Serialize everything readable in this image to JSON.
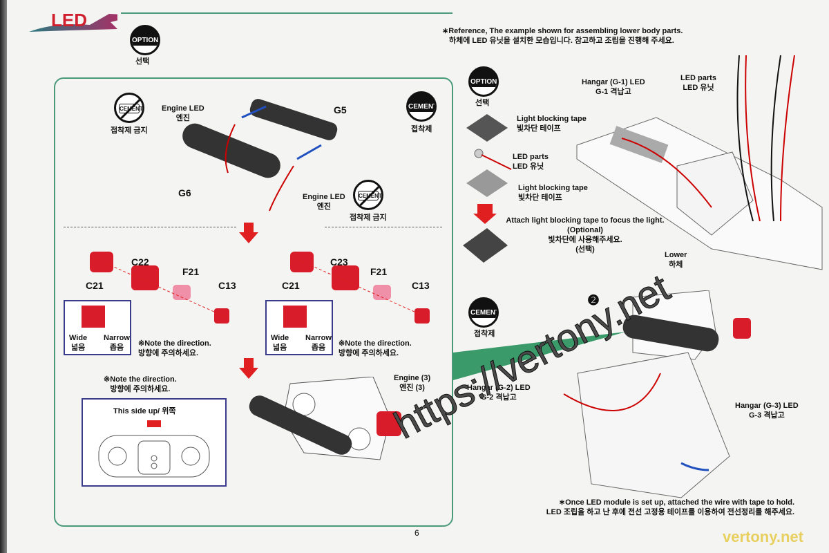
{
  "logo": "LED",
  "badges": {
    "option": "OPTION",
    "option_kr": "선택",
    "cement": "CEMENT",
    "cement_kr": "접착제",
    "no_cement_kr": "접착제 금지"
  },
  "reference": {
    "en": "∗Reference, The example shown for assembling lower body parts.",
    "kr": "하체에 LED 유닛을 설치한 모습입니다. 참고하고 조립을 진행해 주세요."
  },
  "step1": {
    "engine_led_en": "Engine LED",
    "engine_led_kr": "엔진",
    "g5": "G5",
    "g6": "G6"
  },
  "step2": {
    "left": {
      "c21": "C21",
      "c22": "C22",
      "f21": "F21",
      "c13": "C13"
    },
    "right": {
      "c21": "C21",
      "c23": "C23",
      "f21": "F21",
      "c13": "C13"
    },
    "wide_en": "Wide",
    "wide_kr": "넓음",
    "narrow_en": "Narrow",
    "narrow_kr": "좁음",
    "note_en": "※Note the direction.",
    "note_kr": "방향에 주의하세요."
  },
  "step3": {
    "side_up": "This side up/ 위쪽",
    "engine3_en": "Engine (3)",
    "engine3_kr": "엔진 (3)"
  },
  "tape": {
    "tape_en": "Light blocking tape",
    "tape_kr": "빛차단 테이프",
    "led_en": "LED parts",
    "led_kr": "LED 유닛",
    "attach_en": "Attach light blocking tape to focus the light.",
    "optional_en": "(Optional)",
    "attach_kr": "빛차단에 사용해주세요.",
    "optional_kr": "(선택)"
  },
  "lower": {
    "g1_en": "Hangar (G-1) LED",
    "g1_kr": "G-1 격납고",
    "parts_en": "LED parts",
    "parts_kr": "LED 유닛",
    "lower_en": "Lower",
    "lower_kr": "하체"
  },
  "step_num": "❷",
  "hangar": {
    "g2_en": "Hangar (G-2) LED",
    "g2_kr": "G-2 격납고",
    "g3_en": "Hangar (G-3) LED",
    "g3_kr": "G-3 격납고",
    "once_en": "∗Once LED module is set up, attached the wire with tape to hold.",
    "once_kr": "LED 조립을 하고 난 후에 전선 고정용 테이프를 이용하여 전선정리를 해주세요."
  },
  "watermark": "https://vertony.net",
  "watermark2": "vertony.net",
  "page_number": "6",
  "colors": {
    "accent_red": "#d81c2a",
    "panel_green": "#4a9a7a",
    "box_blue": "#3a3a8a"
  }
}
